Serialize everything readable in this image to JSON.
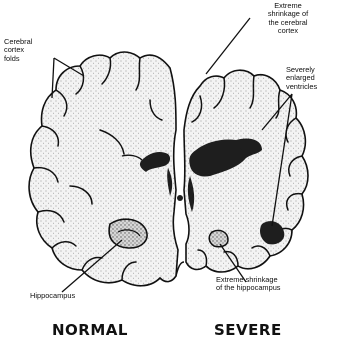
{
  "labels": {
    "cortex_folds": "Cerebral\ncortex\nfolds",
    "extreme_shrinkage_cortex": "Extreme\nshrinkage of\nthe cerebral\ncortex",
    "enlarged_ventricles": "Severely\nenlarged\nventricles",
    "hippocampus": "Hippocampus",
    "shrinkage_hippocampus": "Extreme shrinkage\nof the hippocampus"
  },
  "captions": {
    "normal": "NORMAL",
    "severe": "SEVERE"
  },
  "colors": {
    "tissue": "#eeeeee",
    "outline": "#111111",
    "ventricle": "#1e1e1e"
  }
}
